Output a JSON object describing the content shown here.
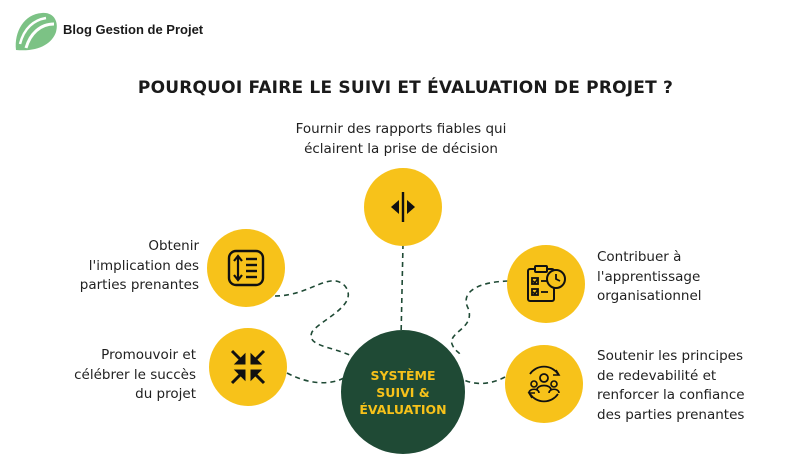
{
  "header": {
    "brand": "Blog Gestion de Projet"
  },
  "title": "POURQUOI FAIRE LE SUIVI ET ÉVALUATION DE PROJET ?",
  "center": {
    "line1": "SYSTÈME",
    "line2": "SUIVI &",
    "line3": "ÉVALUATION"
  },
  "colors": {
    "accent": "#f7c21a",
    "center": "#1f4a35",
    "logo": "#7cc285"
  },
  "nodes": {
    "top": {
      "line1": "Fournir des rapports fiables qui",
      "line2": "éclairent la prise de décision",
      "icon": "split-arrows-icon"
    },
    "left_upper": {
      "line1": "Obtenir",
      "line2": "l'implication des",
      "line3": "parties prenantes",
      "icon": "sort-list-icon"
    },
    "left_lower": {
      "line1": "Promouvoir et",
      "line2": "célébrer le succès",
      "line3": "du projet",
      "icon": "collapse-arrows-icon"
    },
    "right_upper": {
      "line1": "Contribuer à",
      "line2": "l'apprentissage",
      "line3": "organisationnel",
      "icon": "checklist-clock-icon"
    },
    "right_lower": {
      "line1": "Soutenir les principes",
      "line2": "de redevabilité et",
      "line3": "renforcer la confiance",
      "line4": "des parties prenantes",
      "icon": "team-cycle-icon"
    }
  }
}
